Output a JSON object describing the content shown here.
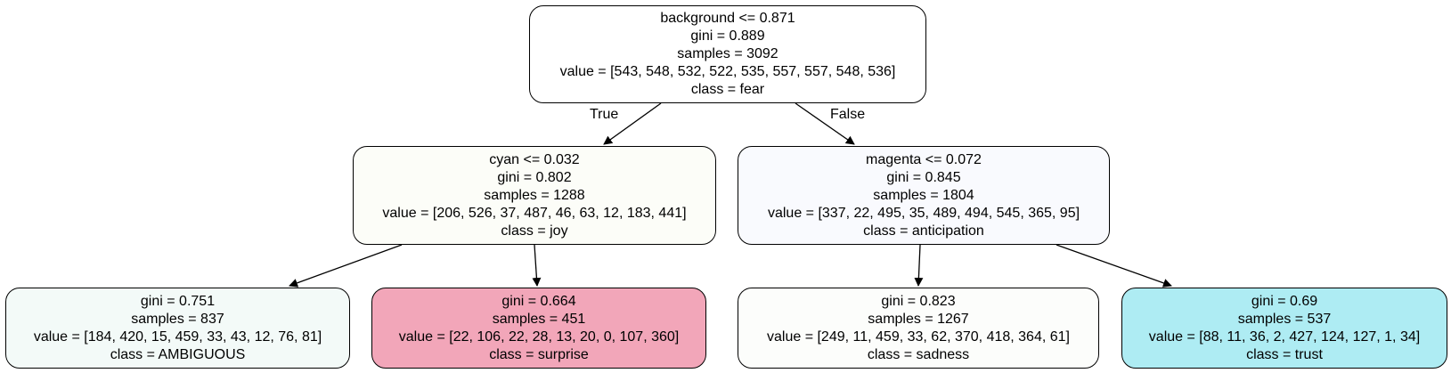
{
  "tree": {
    "root": {
      "split": "background <= 0.871",
      "gini": "gini = 0.889",
      "samples": "samples = 3092",
      "value": "value = [543, 548, 532, 522, 535, 557, 557, 548, 536]",
      "class": "class = fear",
      "fill": "#ffffff"
    },
    "edge_labels": {
      "true": "True",
      "false": "False"
    },
    "left": {
      "split": "cyan <= 0.032",
      "gini": "gini = 0.802",
      "samples": "samples = 1288",
      "value": "value = [206, 526, 37, 487, 46, 63, 12, 183, 441]",
      "class": "class = joy",
      "fill": "#fcfdf8"
    },
    "right": {
      "split": "magenta <= 0.072",
      "gini": "gini = 0.845",
      "samples": "samples = 1804",
      "value": "value = [337, 22, 495, 35, 489, 494, 545, 365, 95]",
      "class": "class = anticipation",
      "fill": "#f9fafe"
    },
    "leaves": [
      {
        "gini": "gini = 0.751",
        "samples": "samples = 837",
        "value": "value = [184, 420, 15, 459, 33, 43, 12, 76, 81]",
        "class": "class = AMBIGUOUS",
        "fill": "#f3faf8"
      },
      {
        "gini": "gini = 0.664",
        "samples": "samples = 451",
        "value": "value = [22, 106, 22, 28, 13, 20, 0, 107, 360]",
        "class": "class = surprise",
        "fill": "#f2a6b9"
      },
      {
        "gini": "gini = 0.823",
        "samples": "samples = 1267",
        "value": "value = [249, 11, 459, 33, 62, 370, 418, 364, 61]",
        "class": "class = sadness",
        "fill": "#fcfdfb"
      },
      {
        "gini": "gini = 0.69",
        "samples": "samples = 537",
        "value": "value = [88, 11, 36, 2, 427, 124, 127, 1, 34]",
        "class": "class = trust",
        "fill": "#aeecf3"
      }
    ]
  }
}
